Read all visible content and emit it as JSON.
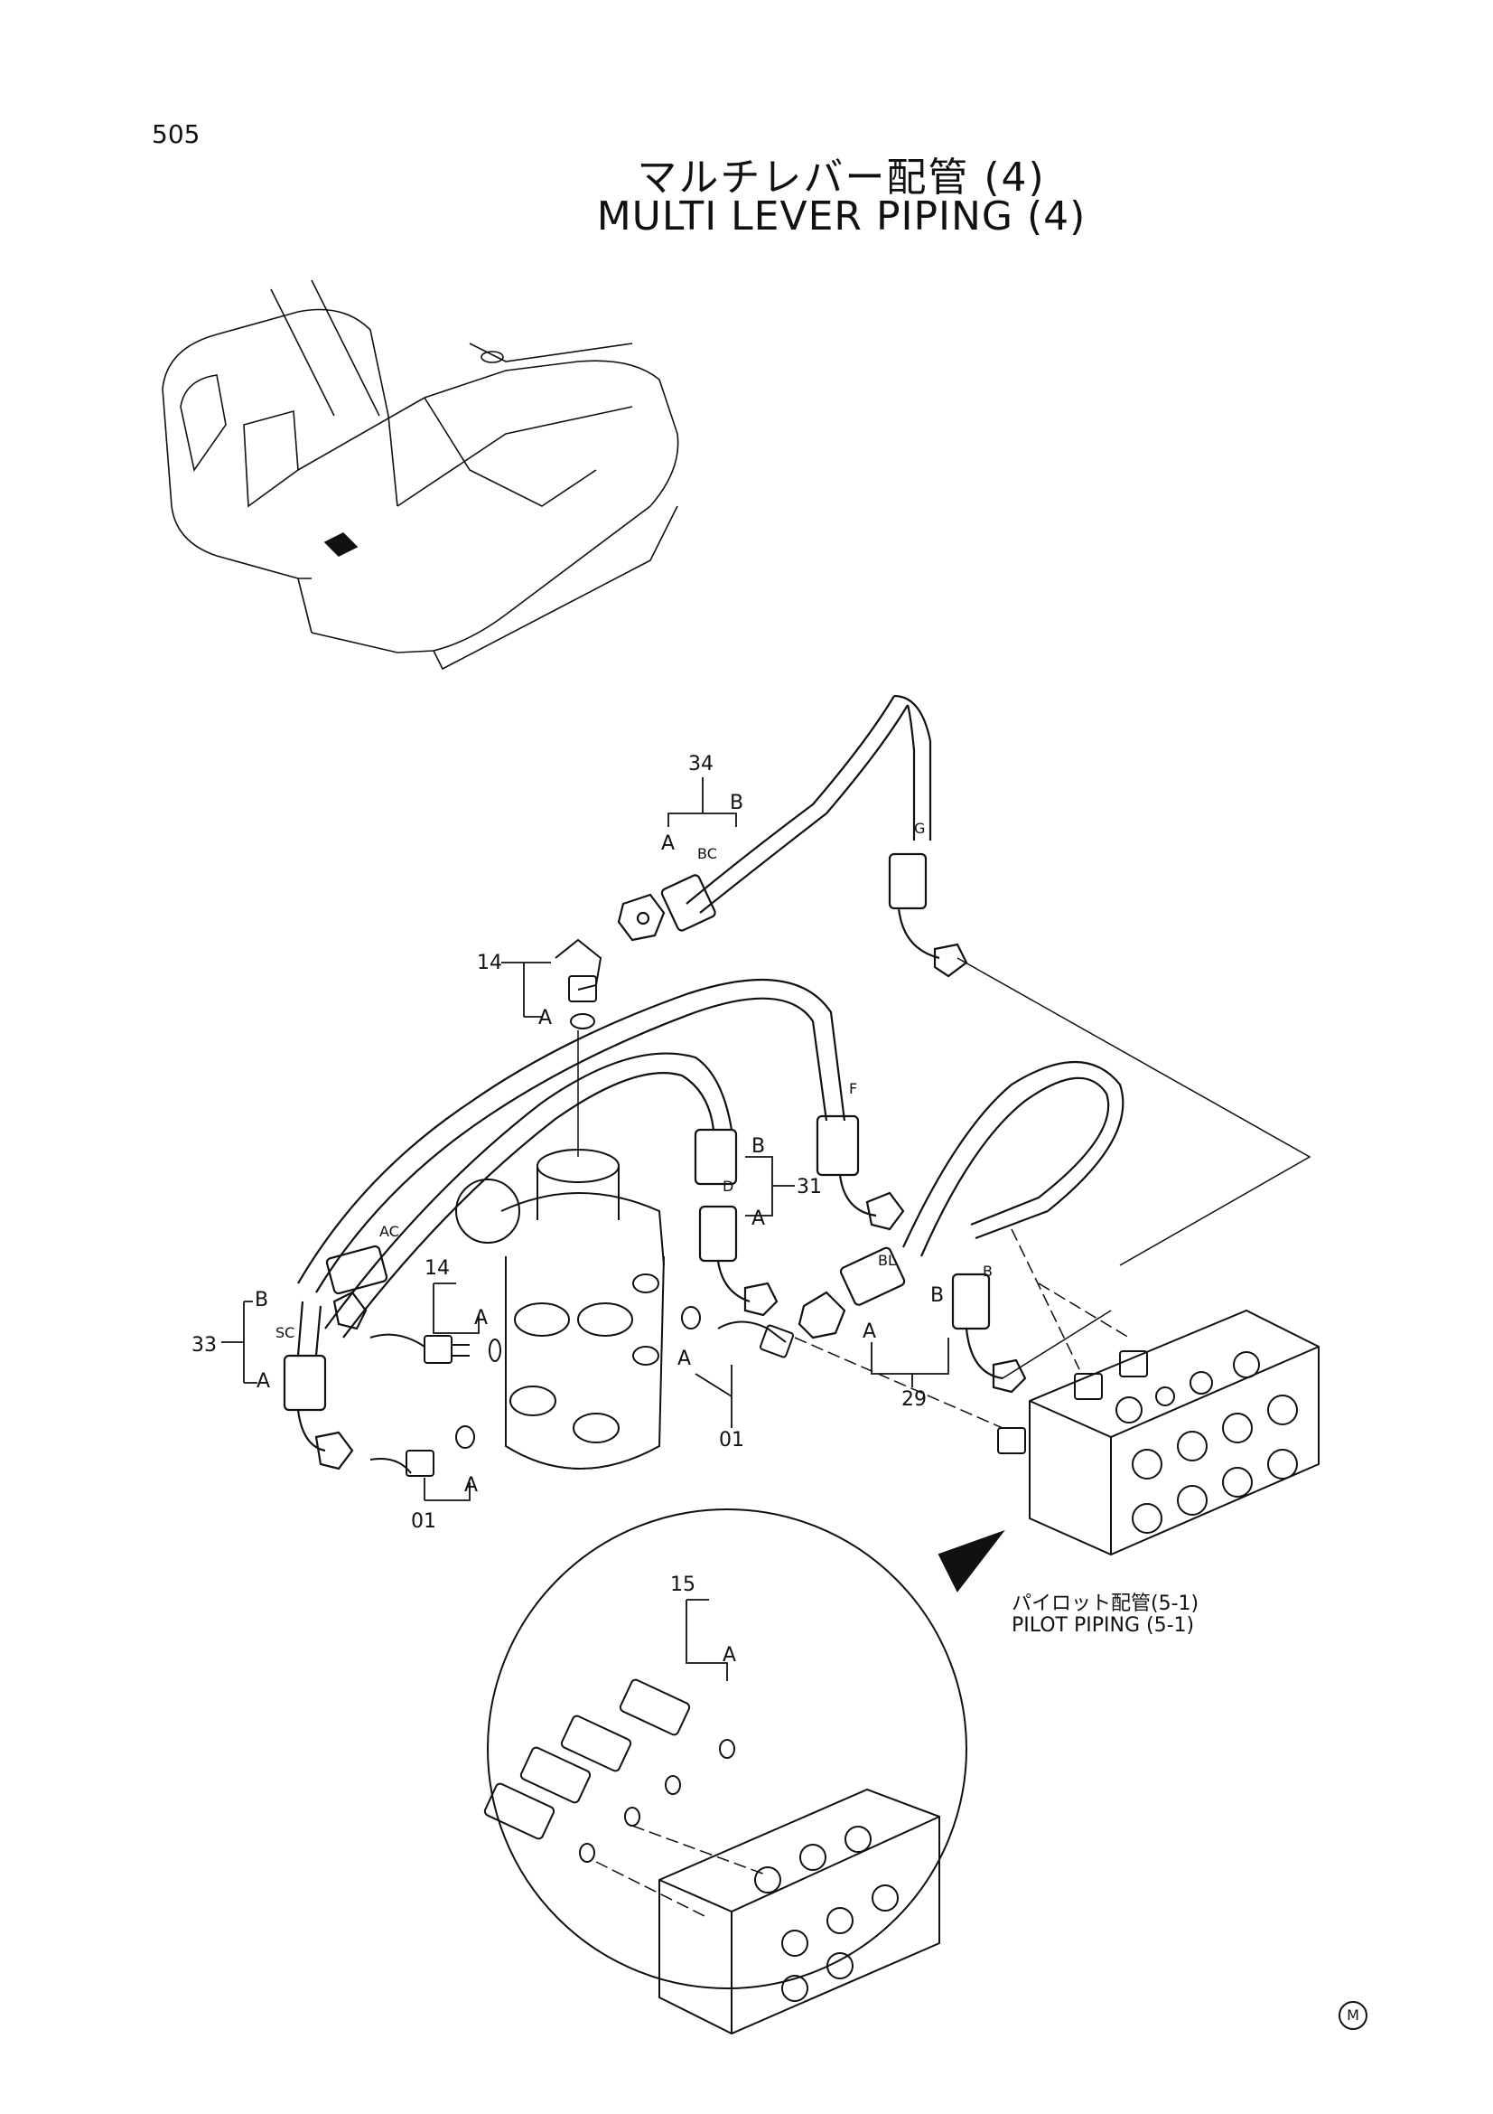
{
  "page_number": "505",
  "title": {
    "jp": "マルチレバー配管 (4)",
    "en": "MULTI LEVER PIPING (4)"
  },
  "reference": {
    "jp": "パイロット配管(5-1)",
    "en": "PILOT PIPING (5-1)"
  },
  "callouts": {
    "p34": "34",
    "p14a": "14",
    "p14b": "14",
    "p31": "31",
    "p33": "33",
    "p29": "29",
    "p01a": "01",
    "p01b": "01",
    "p15": "15"
  },
  "letters": {
    "A": "A",
    "B": "B",
    "BC": "BC",
    "AC": "AC",
    "SC": "SC",
    "BL": "BL",
    "D": "D",
    "F": "F",
    "G": "G"
  },
  "corner_mark": "M"
}
